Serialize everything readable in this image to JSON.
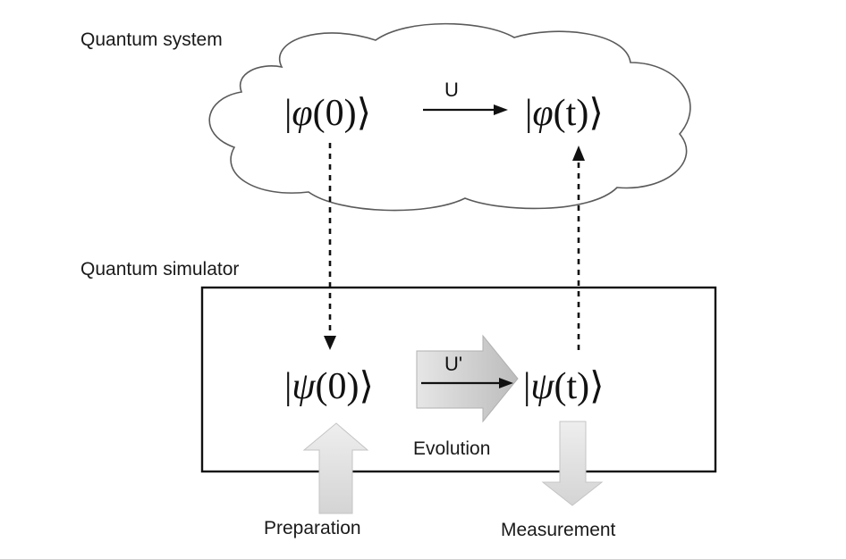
{
  "labels": {
    "quantum_system": "Quantum system",
    "quantum_simulator": "Quantum simulator",
    "preparation": "Preparation",
    "evolution": "Evolution",
    "measurement": "Measurement"
  },
  "states": {
    "system_initial": {
      "open": "|",
      "symbol": "φ",
      "arg": "(0)",
      "close": "⟩"
    },
    "system_final": {
      "open": "|",
      "symbol": "φ",
      "arg": "(t)",
      "close": "⟩"
    },
    "simulator_initial": {
      "open": "|",
      "symbol": "ψ",
      "arg": "(0)",
      "close": "⟩"
    },
    "simulator_final": {
      "open": "|",
      "symbol": "ψ",
      "arg": "(t)",
      "close": "⟩"
    }
  },
  "operators": {
    "system": "U",
    "simulator": "U'"
  },
  "colors": {
    "line": "#111111",
    "cloud_fill": "#ffffff",
    "cloud_stroke": "#555555",
    "block_arrow_fill": "#d9d9d9",
    "block_arrow_stroke": "#bdbdbd",
    "evolution_arrow_fill": "#c8c8c8"
  }
}
